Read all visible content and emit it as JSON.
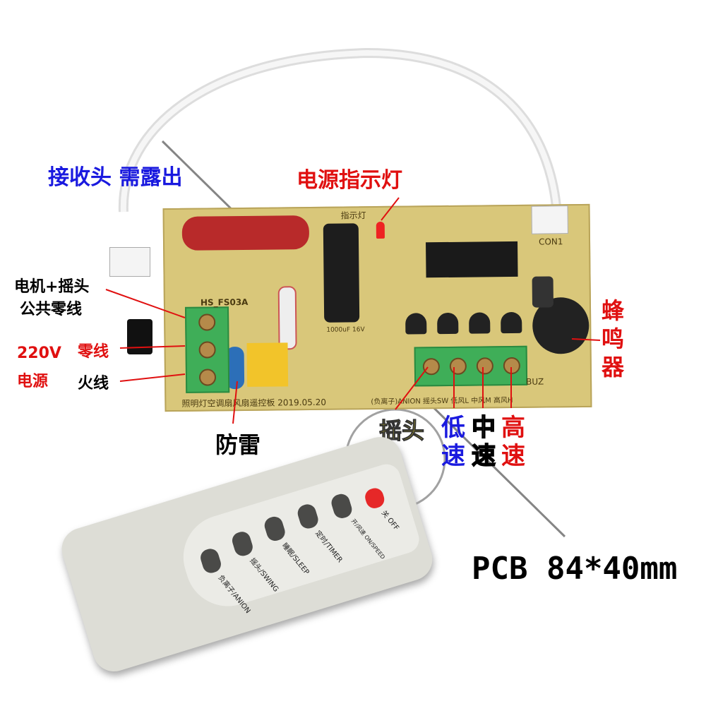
{
  "annotations": {
    "receiver": "接收头 需露出",
    "power_led": "电源指示灯",
    "motor_common_1": "电机+摇头",
    "motor_common_2": "公共零线",
    "power_220v_1": "220V",
    "power_220v_2": "电源",
    "neutral": "零线",
    "live": "火线",
    "buzzer": "蜂鸣器",
    "lightning": "防雷",
    "swing": "摇头",
    "low_1": "低",
    "low_2": "速",
    "mid_1": "中",
    "mid_2": "速",
    "high_1": "高",
    "high_2": "速",
    "pcb_size": "PCB 84*40mm"
  },
  "pcb_silk": {
    "model": "HS_FS03A",
    "bottom": "照明灯空调扇风扇遥控板 2019.05.20",
    "terminals": "(负离子)ANION 摇头SW 低风L 中风M 高风H",
    "con1": "CON1",
    "buz": "BUZ",
    "indicator": "指示灯",
    "cap": "1000uF 16V"
  },
  "remote": {
    "buttons": [
      "负离子/ANION",
      "摇头/SWING",
      "睡眠/SLEEP",
      "定时/TIMER",
      "开/风速 ON/SPEED",
      "关 OFF"
    ]
  },
  "colors": {
    "blue": "#1a1adf",
    "red": "#e01010",
    "yellow": "#f0e020",
    "pcb": "#d9c77a"
  }
}
